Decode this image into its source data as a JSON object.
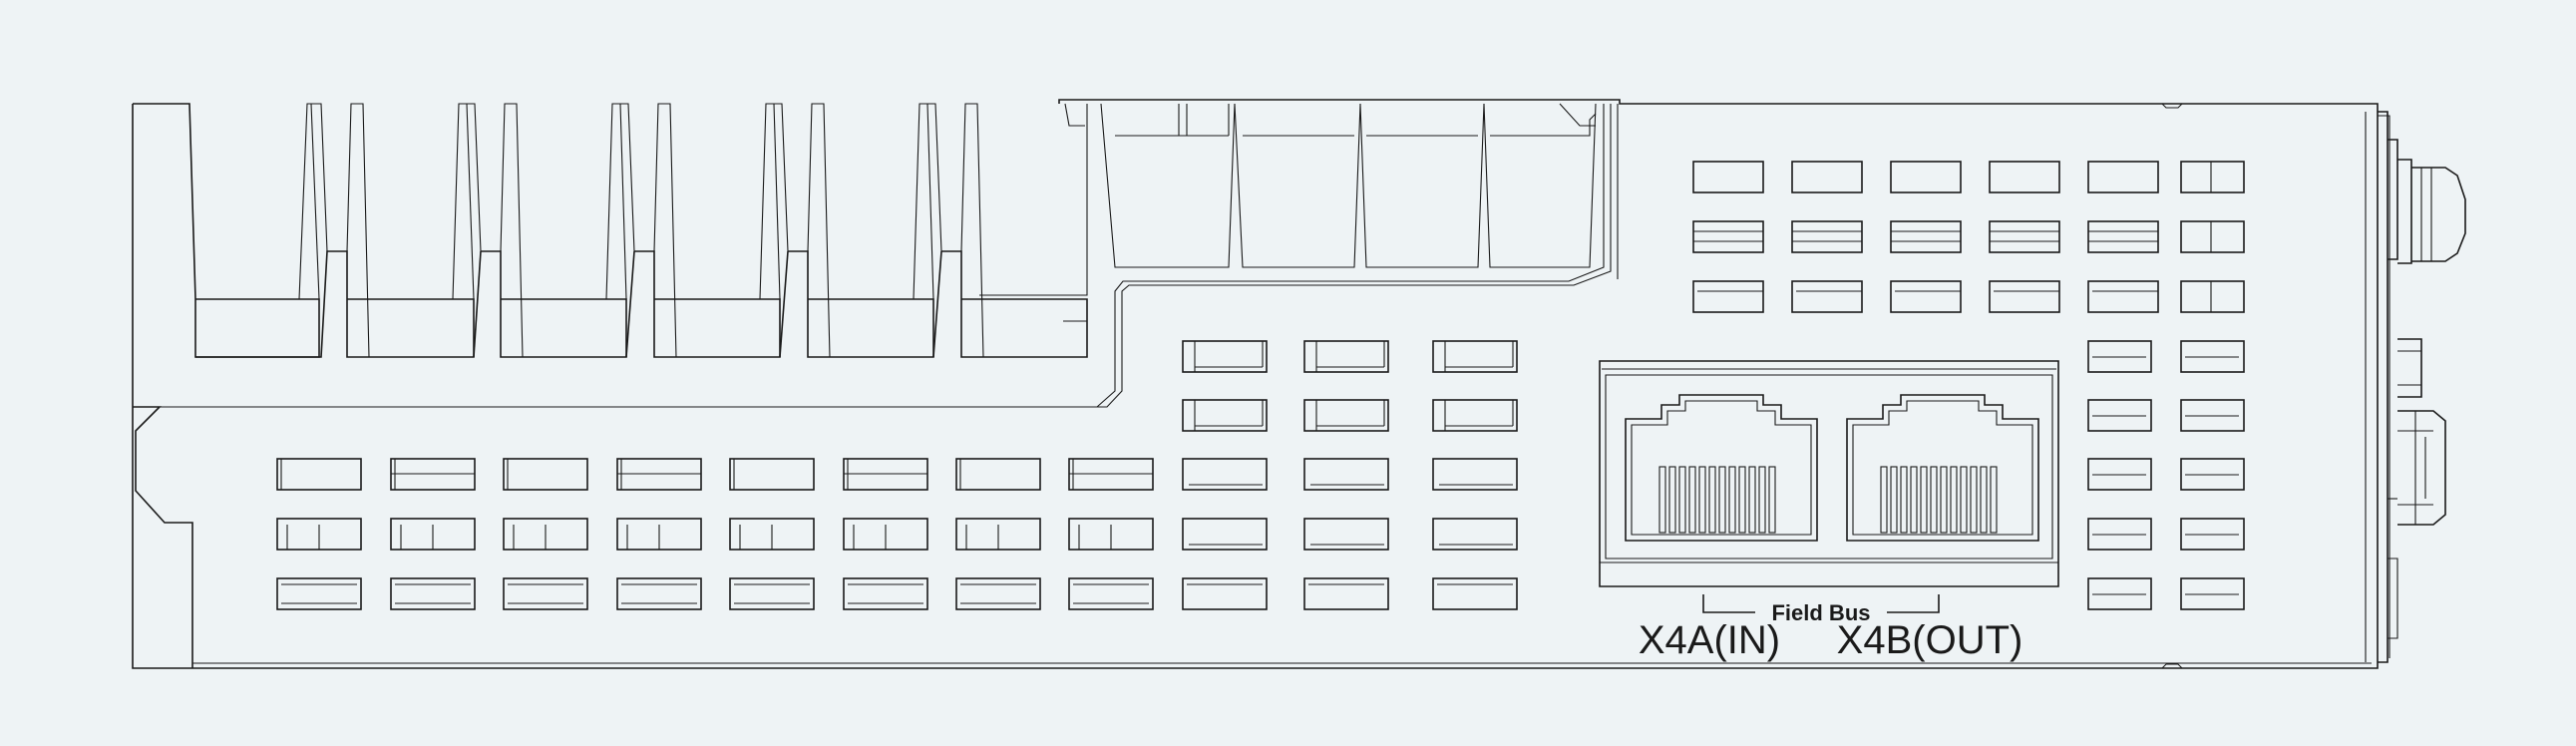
{
  "diagram": {
    "group_label": "Field Bus",
    "ports": [
      {
        "id": "x4a",
        "label": "X4A(IN)"
      },
      {
        "id": "x4b",
        "label": "X4B(OUT)"
      }
    ]
  },
  "colors": {
    "background": "#eef3f5",
    "line": "#1a1a1a"
  }
}
